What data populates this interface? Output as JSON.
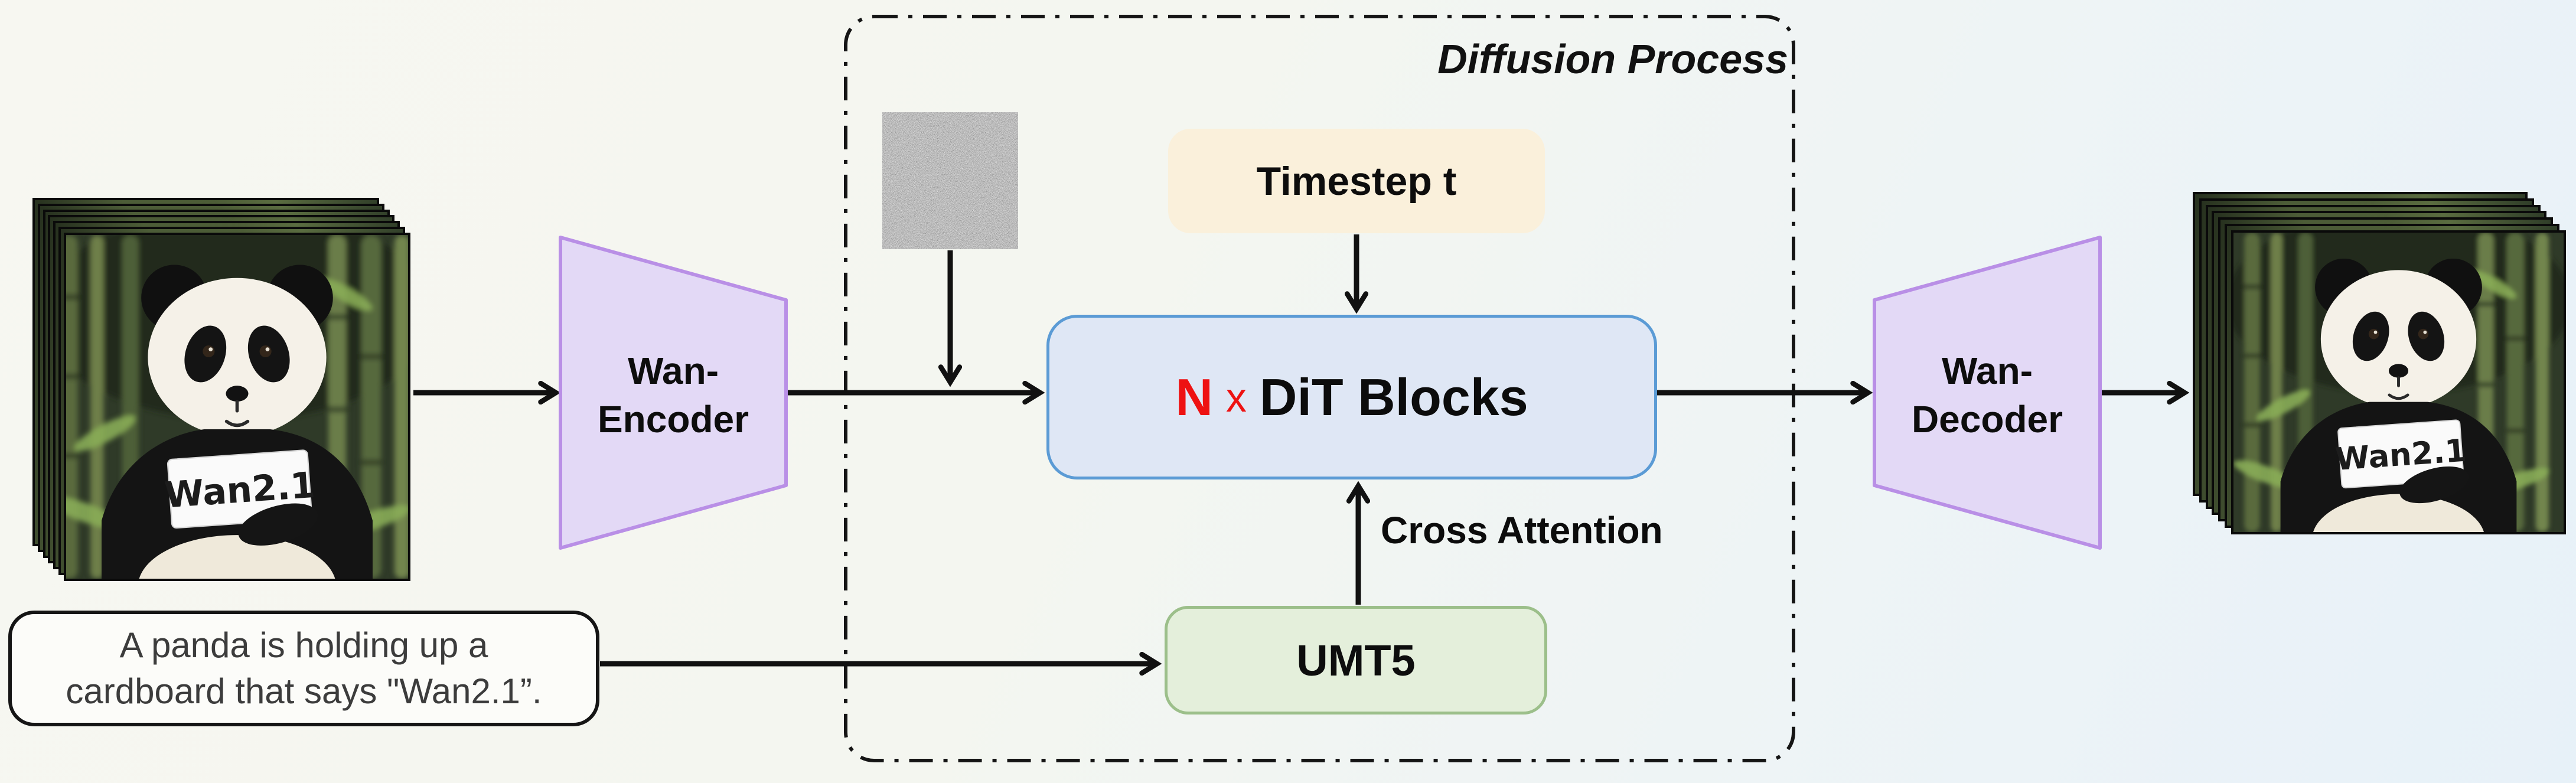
{
  "figure": {
    "diffusion_box": {
      "label": "Diffusion Process"
    },
    "timestep": {
      "label": "Timestep t",
      "fill": "#faf0db"
    },
    "dit": {
      "n": "N",
      "times": "x",
      "label": "DiT Blocks",
      "fill": "#dfe7f5",
      "border": "#5b9bd5",
      "n_color": "#ee1212"
    },
    "cross_attention": {
      "label": "Cross Attention"
    },
    "umt5": {
      "label": "UMT5",
      "fill": "#e4efdb",
      "border": "#9cbf8a"
    },
    "encoder": {
      "line1": "Wan-",
      "line2": "Encoder",
      "fill": "#e3d9f6",
      "border": "#b98fe6"
    },
    "decoder": {
      "line1": "Wan-",
      "line2": "Decoder",
      "fill": "#e3d9f6",
      "border": "#b98fe6"
    },
    "prompt": {
      "line1": "A panda is holding up a",
      "line2": "cardboard that says \"Wan2.1”."
    },
    "card_text": "Wan2.1",
    "frames_per_stack": 7,
    "arrow_color": "#111111"
  }
}
